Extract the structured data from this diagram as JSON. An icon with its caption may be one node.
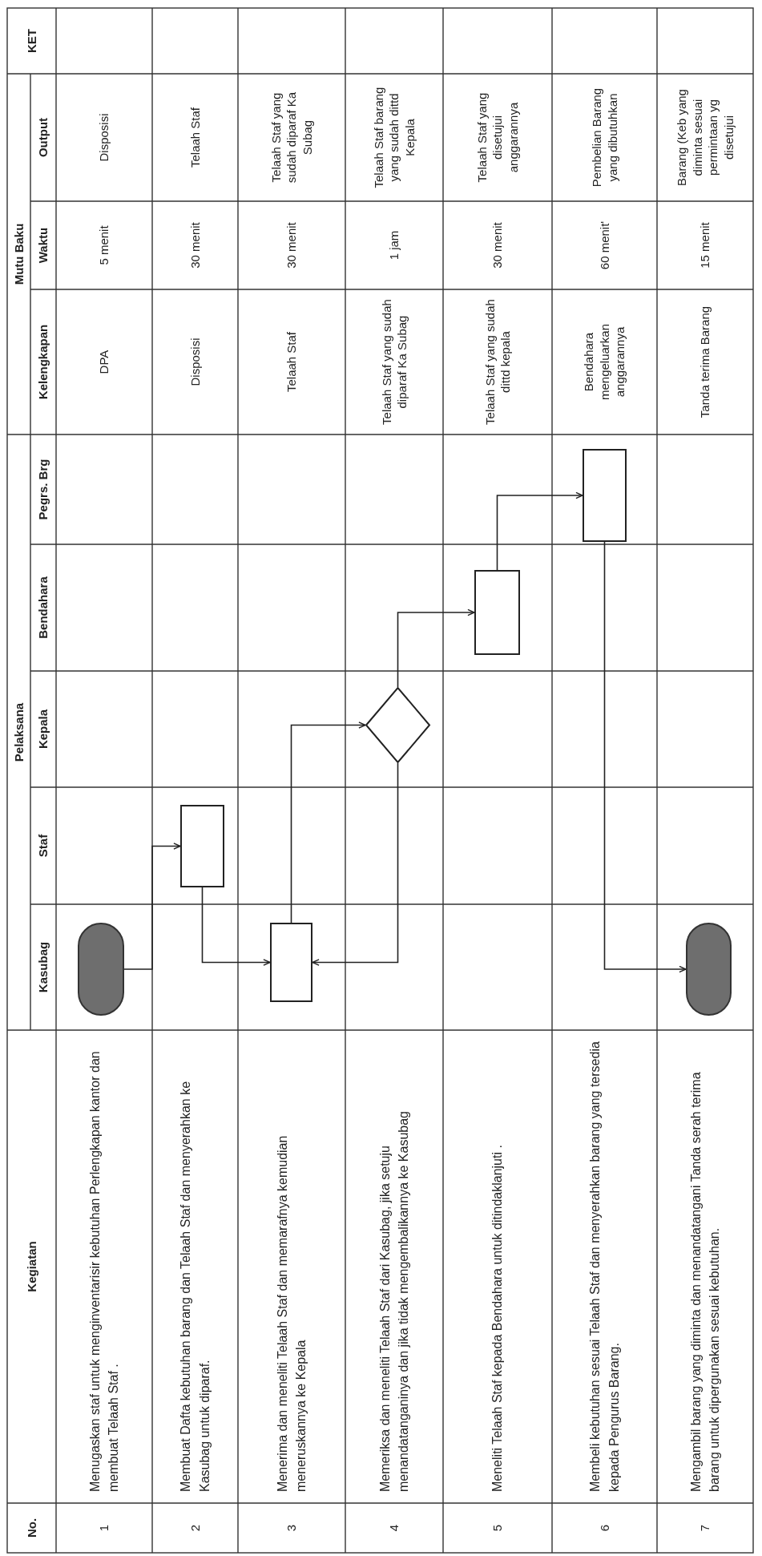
{
  "diagram": {
    "nodes": [
      {
        "text": [],
        "shape": "oval"
      },
      {
        "text": [],
        "shape": "box"
      },
      {
        "text": [],
        "shape": "box"
      },
      {
        "text": [],
        "shape": "diamond"
      },
      {
        "text": [],
        "shape": "box"
      },
      {
        "text": [],
        "shape": "box"
      },
      {
        "text": [],
        "shape": "oval"
      }
    ],
    "edges": [
      {
        "from": 0,
        "to": 1,
        "arrow": "to"
      },
      {
        "from": 1,
        "to": 2,
        "arrow": "to"
      },
      {
        "from": 2,
        "to": 3,
        "arrow": "to"
      },
      {
        "from": 3,
        "to": 2,
        "arrow": "to"
      },
      {
        "from": 3,
        "to": 4,
        "arrow": "to"
      },
      {
        "from": 4,
        "to": 5,
        "arrow": "to"
      },
      {
        "from": 5,
        "to": 6,
        "arrow": "to"
      }
    ],
    "labels": [
      "No.",
      "Kegiatan",
      "Pelaksana",
      "Mutu Baku",
      "KET",
      "Kasubag",
      "Staf",
      "Kepala",
      "Bendahara",
      "Pegrs. Brg",
      "Kelengkapan",
      "Waktu",
      "Output",
      "1",
      "Menugaskan staf untuk menginventarisir kebutuhan Perlengkapan kantor dan membuat Telaah Staf .",
      "DPA",
      "5 menit",
      "Disposisi",
      "2",
      "Membuat Dafta kebutuhan barang dan Telaah Staf dan menyerahkan ke Kasubag untuk diparaf.",
      "Disposisi",
      "30 menit",
      "Telaah Staf",
      "3",
      "Menerima dan meneliti Telaah Staf dan memarafnya kemudian meneruskannya ke Kepala",
      "Telaah Staf",
      "30 menit",
      "Telaah Staf yang sudah diparaf Ka Subag",
      "4",
      "Memeriksa dan meneliti Telaah Staf dari Kasubag, jika setuju menandatanganinya dan jika tidak mengembalikannya ke Kasubag",
      "Telaah Staf yang sudah diparaf Ka Subag",
      "1 jam",
      "Telaah Staf barang yang sudah dittd Kepala",
      "5",
      "Meneliti Telaah Staf kepada Bendahara untuk ditindaklanjuti .",
      "Telaah Staf yang sudah dittd kepala",
      "30 menit",
      "Telaah Staf yang disetujui anggarannya",
      "6",
      "Membeli kebutuhan sesuai Telaah Staf dan menyerahkan barang yang tersedia kepada Pengurus Barang.",
      "Bendahara mengeluarkan anggarannya",
      "60 menit'",
      "Pembelian Barang yang dibutuhkan",
      "7",
      "Mengambil barang yang diminta dan menandatangani Tanda serah terima barang untuk dipergunakan sesuai kebutuhan.",
      "Tanda terima Barang",
      "15 menit",
      "Barang (Keb yang diminta sesuai permintaan yg disetujui"
    ]
  }
}
